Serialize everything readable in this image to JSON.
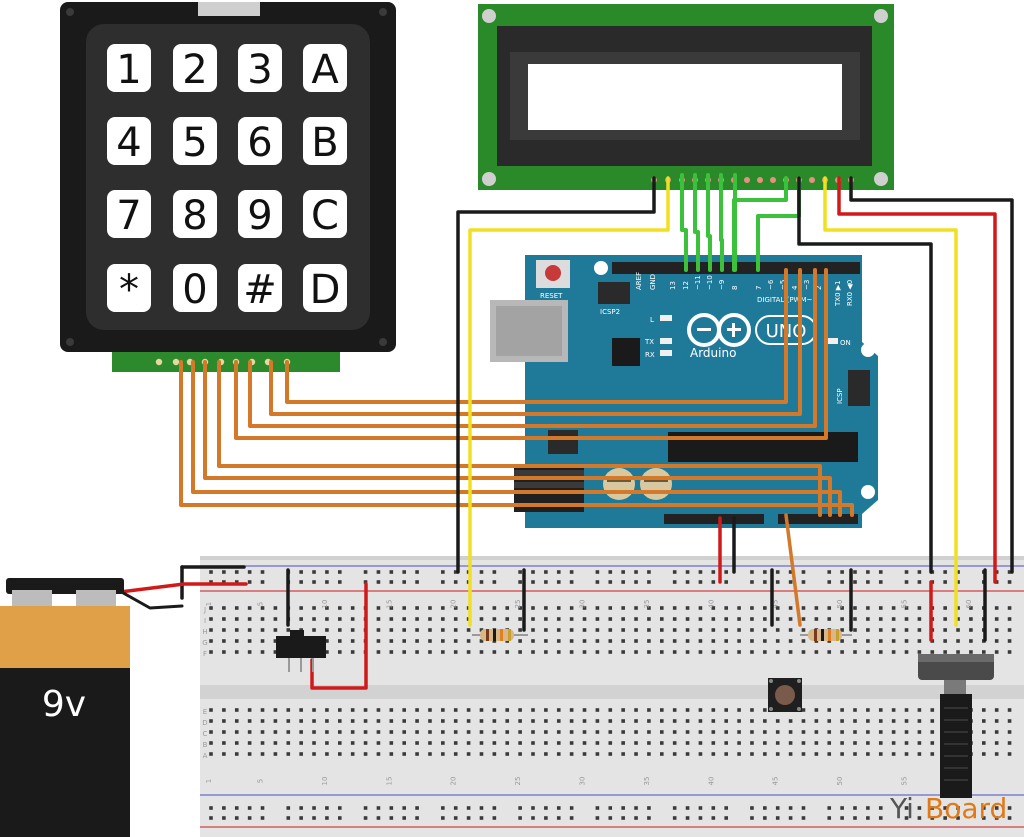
{
  "keypad": {
    "rows": [
      [
        "1",
        "2",
        "3",
        "A"
      ],
      [
        "4",
        "5",
        "6",
        "B"
      ],
      [
        "7",
        "8",
        "9",
        "C"
      ],
      [
        "*",
        "0",
        "#",
        "D"
      ]
    ]
  },
  "arduino": {
    "reset_label": "RESET",
    "icsp2_label": "ICSP2",
    "icsp_label": "ICSP",
    "brand": "Arduino",
    "model": "UNO",
    "digital_label": "DIGITAL (PWM~)",
    "aref": "AREF",
    "gnd": "GND",
    "led_l": "L",
    "led_tx": "TX",
    "led_rx": "RX",
    "on_label": "ON",
    "tx_pin": "TX0 ▶1",
    "rx_pin": "RX0 ◀0",
    "digital_pins": [
      "13",
      "12",
      "~11",
      "~10",
      "~9",
      "8",
      "7",
      "~6",
      "~5",
      "4",
      "~3",
      "2"
    ]
  },
  "battery": {
    "label": "9v"
  },
  "breadboard": {
    "column_numbers": [
      "1",
      "5",
      "10",
      "15",
      "20",
      "25",
      "30",
      "35",
      "40",
      "45",
      "50",
      "55",
      "60"
    ],
    "row_letters": [
      "J",
      "I",
      "H",
      "G",
      "F",
      "E",
      "D",
      "C",
      "B",
      "A"
    ]
  },
  "watermark": {
    "text_a": "Yi",
    "text_b": "Board"
  },
  "colors": {
    "keypad_body": "#1a1a1a",
    "keypad_face": "#2e2e2e",
    "key": "#ffffff",
    "lcd_pcb": "#2a8a2a",
    "arduino_board": "#1f7a9a",
    "wire_orange": "#d4782a",
    "wire_green": "#3cc13c",
    "wire_yellow": "#f0e020",
    "wire_black": "#1a1a1a",
    "wire_red": "#d01a1a",
    "battery_body": "#d2893a",
    "watermark_a": "#555555",
    "watermark_b": "#e07a18"
  }
}
